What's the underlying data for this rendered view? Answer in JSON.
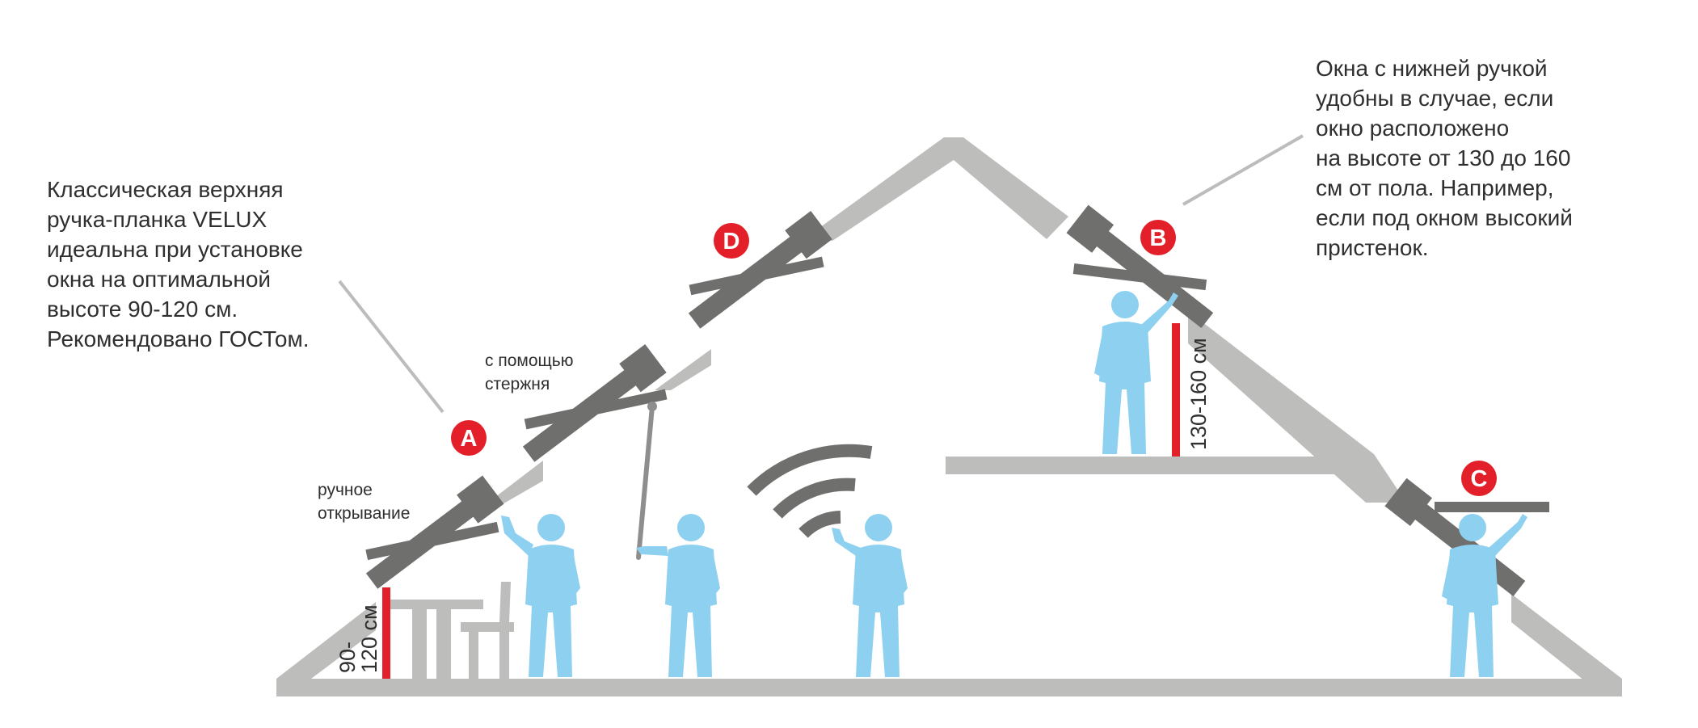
{
  "notes": {
    "left_description": "Классическая верхняя\nручка-планка  VELUX\nидеальна  при установке\nокна на оптимальной\nвысоте 90-120 см.\nРекомендовано ГОСТом.",
    "right_description": "Окна с нижней ручкой\nудобны в случае, если\nокно расположено\nна высоте от 130 до 160\nсм от пола. Например,\nесли под окном высокий\nпристенок."
  },
  "labels": {
    "manual_opening": "ручное\nоткрывание",
    "with_rod": "с помощью\nстержня",
    "height_a_line1": "90-",
    "height_a_line2": "120 см",
    "height_b": "130-160 см"
  },
  "badges": {
    "a": "A",
    "b": "B",
    "c": "C",
    "d": "D"
  },
  "colors": {
    "roof_gray": "#bdbdbc",
    "window_dark": "#6f6f6e",
    "person_blue": "#8ed0f0",
    "height_red": "#e3202a",
    "badge_red": "#e3202a",
    "leader_gray": "#bcbcbc"
  },
  "icons": {
    "remote_signal": "wifi-signal-icon",
    "person": "person-icon",
    "table": "table-icon",
    "chair": "chair-icon"
  }
}
